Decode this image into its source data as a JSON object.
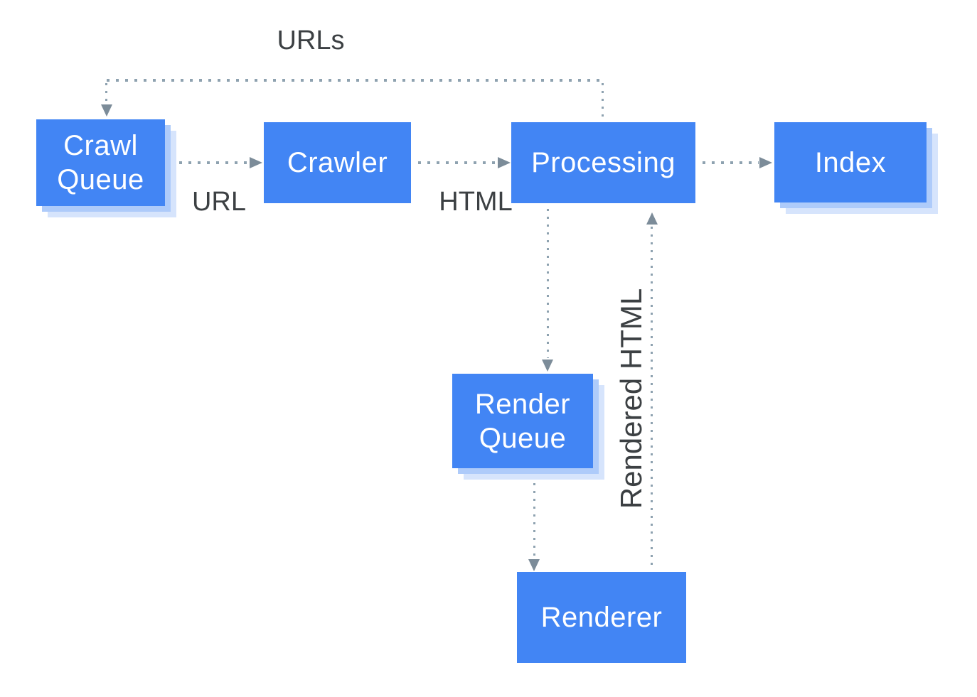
{
  "diagram": {
    "nodes": {
      "crawl_queue": {
        "label": "Crawl Queue",
        "type": "store"
      },
      "crawler": {
        "label": "Crawler",
        "type": "process"
      },
      "processing": {
        "label": "Processing",
        "type": "process"
      },
      "index": {
        "label": "Index",
        "type": "store"
      },
      "render_queue": {
        "label": "Render Queue",
        "type": "store"
      },
      "renderer": {
        "label": "Renderer",
        "type": "process"
      }
    },
    "edges": [
      {
        "from": "processing",
        "to": "crawl_queue",
        "label": "URLs"
      },
      {
        "from": "crawl_queue",
        "to": "crawler",
        "label": "URL"
      },
      {
        "from": "crawler",
        "to": "processing",
        "label": "HTML"
      },
      {
        "from": "processing",
        "to": "index",
        "label": ""
      },
      {
        "from": "processing",
        "to": "render_queue",
        "label": ""
      },
      {
        "from": "render_queue",
        "to": "renderer",
        "label": ""
      },
      {
        "from": "renderer",
        "to": "processing",
        "label": "Rendered HTML"
      }
    ],
    "colors": {
      "node_fill": "#4285F4",
      "node_text": "#FFFFFF",
      "shadow_inner": "#AECBFA",
      "shadow_outer": "#D6E4FC",
      "arrow": "#8EA2B0",
      "arrowhead": "#7C8C99",
      "label_text": "#3C4043",
      "background": "#FFFFFF"
    }
  }
}
